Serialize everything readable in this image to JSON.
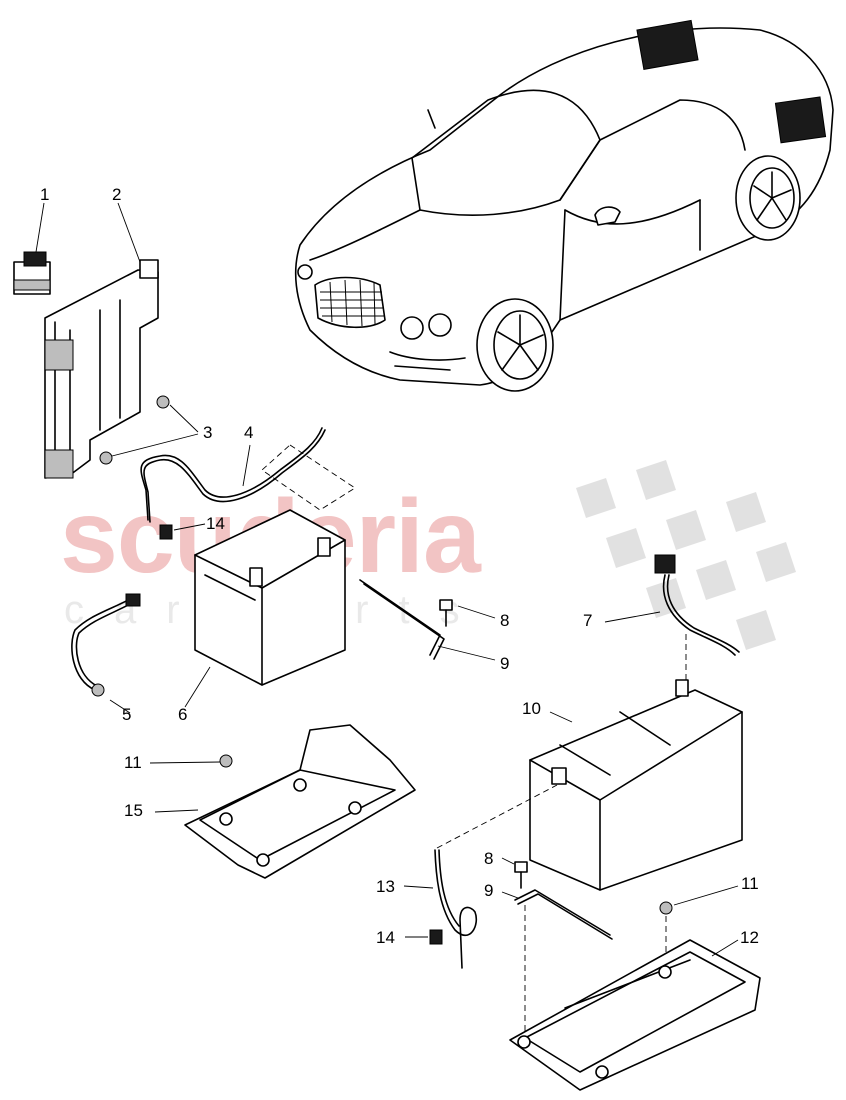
{
  "watermark": {
    "brand": "scuderia",
    "tagline": "car parts",
    "brand_color": "#f2c4c4",
    "checker_color": "#d9d9d9"
  },
  "callouts": [
    {
      "id": "c1",
      "label": "1"
    },
    {
      "id": "c2",
      "label": "2"
    },
    {
      "id": "c3",
      "label": "3"
    },
    {
      "id": "c4",
      "label": "4"
    },
    {
      "id": "c5",
      "label": "5"
    },
    {
      "id": "c6",
      "label": "6"
    },
    {
      "id": "c7",
      "label": "7"
    },
    {
      "id": "c8a",
      "label": "8"
    },
    {
      "id": "c9a",
      "label": "9"
    },
    {
      "id": "c10",
      "label": "10"
    },
    {
      "id": "c11a",
      "label": "11"
    },
    {
      "id": "c15",
      "label": "15"
    },
    {
      "id": "c8b",
      "label": "8"
    },
    {
      "id": "c9b",
      "label": "9"
    },
    {
      "id": "c11b",
      "label": "11"
    },
    {
      "id": "c12",
      "label": "12"
    },
    {
      "id": "c13",
      "label": "13"
    },
    {
      "id": "c14a",
      "label": "14"
    },
    {
      "id": "c14b",
      "label": "14"
    }
  ]
}
